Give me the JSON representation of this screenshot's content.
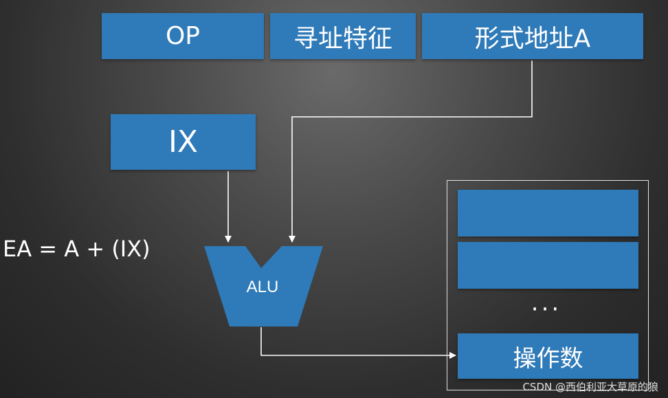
{
  "instruction_format": {
    "op": "OP",
    "addressing_mode": "寻址特征",
    "formal_address": "形式地址A"
  },
  "index_register": "IX",
  "alu": "ALU",
  "formula": "EA = A + (IX)",
  "memory": {
    "ellipsis": "···",
    "operand": "操作数"
  },
  "watermark": "CSDN @西伯利亚大草原的狼",
  "colors": {
    "box_fill": "#2f7ab8",
    "arrow": "#ffffff",
    "background": "#3a3a3a"
  }
}
